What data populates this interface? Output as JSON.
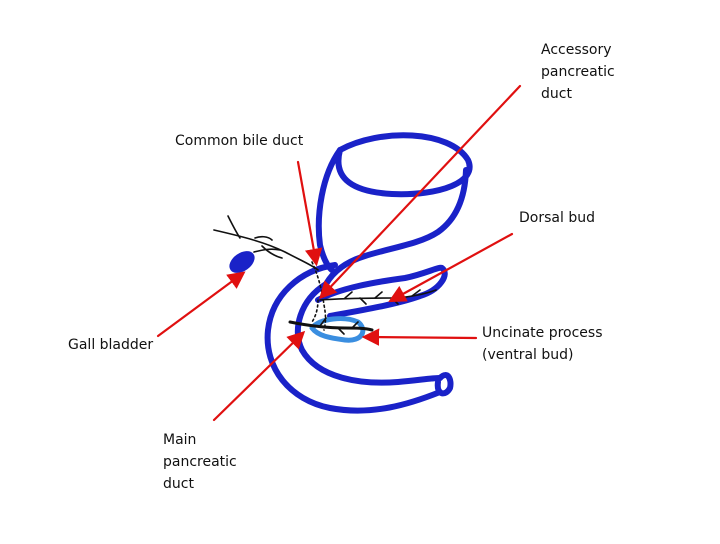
{
  "labels": {
    "accessory_duct": [
      "Accessory",
      "pancreatic",
      "duct"
    ],
    "common_bile_duct": "Common bile duct",
    "dorsal_bud": "Dorsal bud",
    "uncinate_process": [
      "Uncinate process",
      "(ventral bud)"
    ],
    "gall_bladder": "Gall bladder",
    "main_duct": [
      "Main",
      "pancreatic",
      "duct"
    ]
  },
  "colors": {
    "pancreas_outline": "#1a22c8",
    "ventral_bud": "#3a8ee0",
    "gall_bladder": "#1a22c8",
    "arrows": "#e01010",
    "ducts": "#111111",
    "background": "#ffffff"
  }
}
